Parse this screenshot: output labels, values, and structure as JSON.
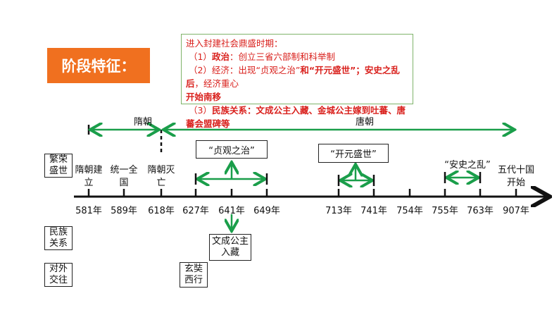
{
  "title": "阶段特征：",
  "info": {
    "line1": "进入封建社会鼎盛时期：",
    "l2a": "（1）",
    "l2b": "政治",
    "l2c": "：创立三省六部制和科举制",
    "l3a": "（2）经济：出现“贞观之治”",
    "l3b": "和“开元盛世”；安史之乱后",
    "l3c": "，经济重心",
    "l4": "开始南移",
    "l5a": "（3）",
    "l5b": "民族关系：文成公主入藏、金城公主嫁到吐蕃、唐蕃会盟碑等"
  },
  "periods": [
    "隋朝",
    "唐朝"
  ],
  "categories": [
    "繁荣盛世",
    "民族关系",
    "对外交往"
  ],
  "years": [
    "581年",
    "589年",
    "618年",
    "627年",
    "641年",
    "649年",
    "713年",
    "741年",
    "754年",
    "755年",
    "763年",
    "907年"
  ],
  "events": {
    "sui_found": "隋朝建立",
    "unify": "统一全国",
    "sui_fall": "隋朝灭亡",
    "five": "五代十国开始",
    "zhenguan": "“贞观之治”",
    "kaiyuan": "“开元盛世”",
    "anshi": "“安史之乱”",
    "wencheng": "文成公主入藏",
    "xuanzang": "玄奘西行"
  },
  "colors": {
    "arrow": "#1a9e4a",
    "accent": "#f0701f",
    "text_red": "#d9201c"
  }
}
